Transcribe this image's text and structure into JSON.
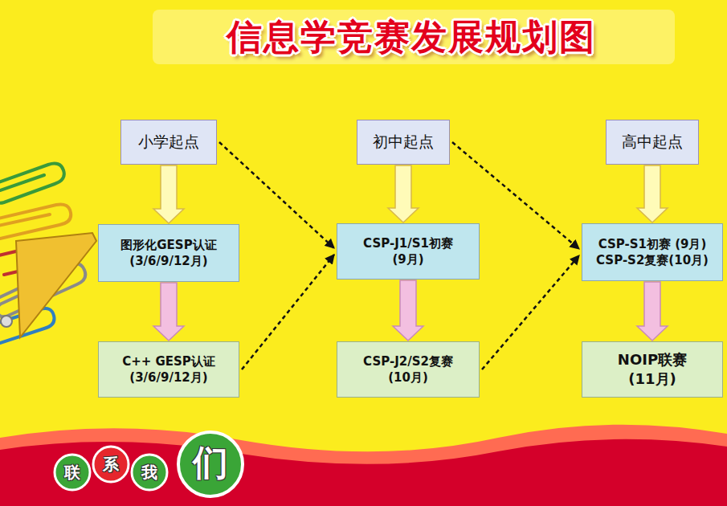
{
  "diagram": {
    "title": "信息学竞赛发展规划图",
    "nodes": [
      {
        "text": [
          "小学起点"
        ]
      },
      {
        "text": [
          "初中起点"
        ]
      },
      {
        "text": [
          "高中起点"
        ]
      },
      {
        "text": [
          "图形化GESP认证",
          "(3/6/9/12月)"
        ]
      },
      {
        "text": [
          "C++ GESP认证",
          "(3/6/9/12月)"
        ]
      },
      {
        "text": [
          "CSP-J1/S1初赛",
          "(9月)"
        ]
      },
      {
        "text": [
          "CSP-J2/S2复赛",
          "(10月)"
        ]
      },
      {
        "text": [
          "CSP-S1初赛 (9月)",
          "CSP-S2复赛(10月)"
        ]
      },
      {
        "text": [
          "NOIP联赛",
          "(11月)"
        ]
      }
    ],
    "edges": [
      {
        "from": 0,
        "to": 3,
        "arrow": "to"
      },
      {
        "from": 3,
        "to": 4,
        "arrow": "to"
      },
      {
        "from": 1,
        "to": 5,
        "arrow": "to"
      },
      {
        "from": 5,
        "to": 6,
        "arrow": "to"
      },
      {
        "from": 2,
        "to": 7,
        "arrow": "to"
      },
      {
        "from": 7,
        "to": 8,
        "arrow": "to"
      },
      {
        "from": 0,
        "to": 5,
        "arrow": "to"
      },
      {
        "from": 4,
        "to": 5,
        "arrow": "to"
      },
      {
        "from": 1,
        "to": 7,
        "arrow": "to"
      },
      {
        "from": 6,
        "to": 7,
        "arrow": "to"
      }
    ],
    "labels": [
      "联",
      "系",
      "我",
      "们"
    ]
  }
}
